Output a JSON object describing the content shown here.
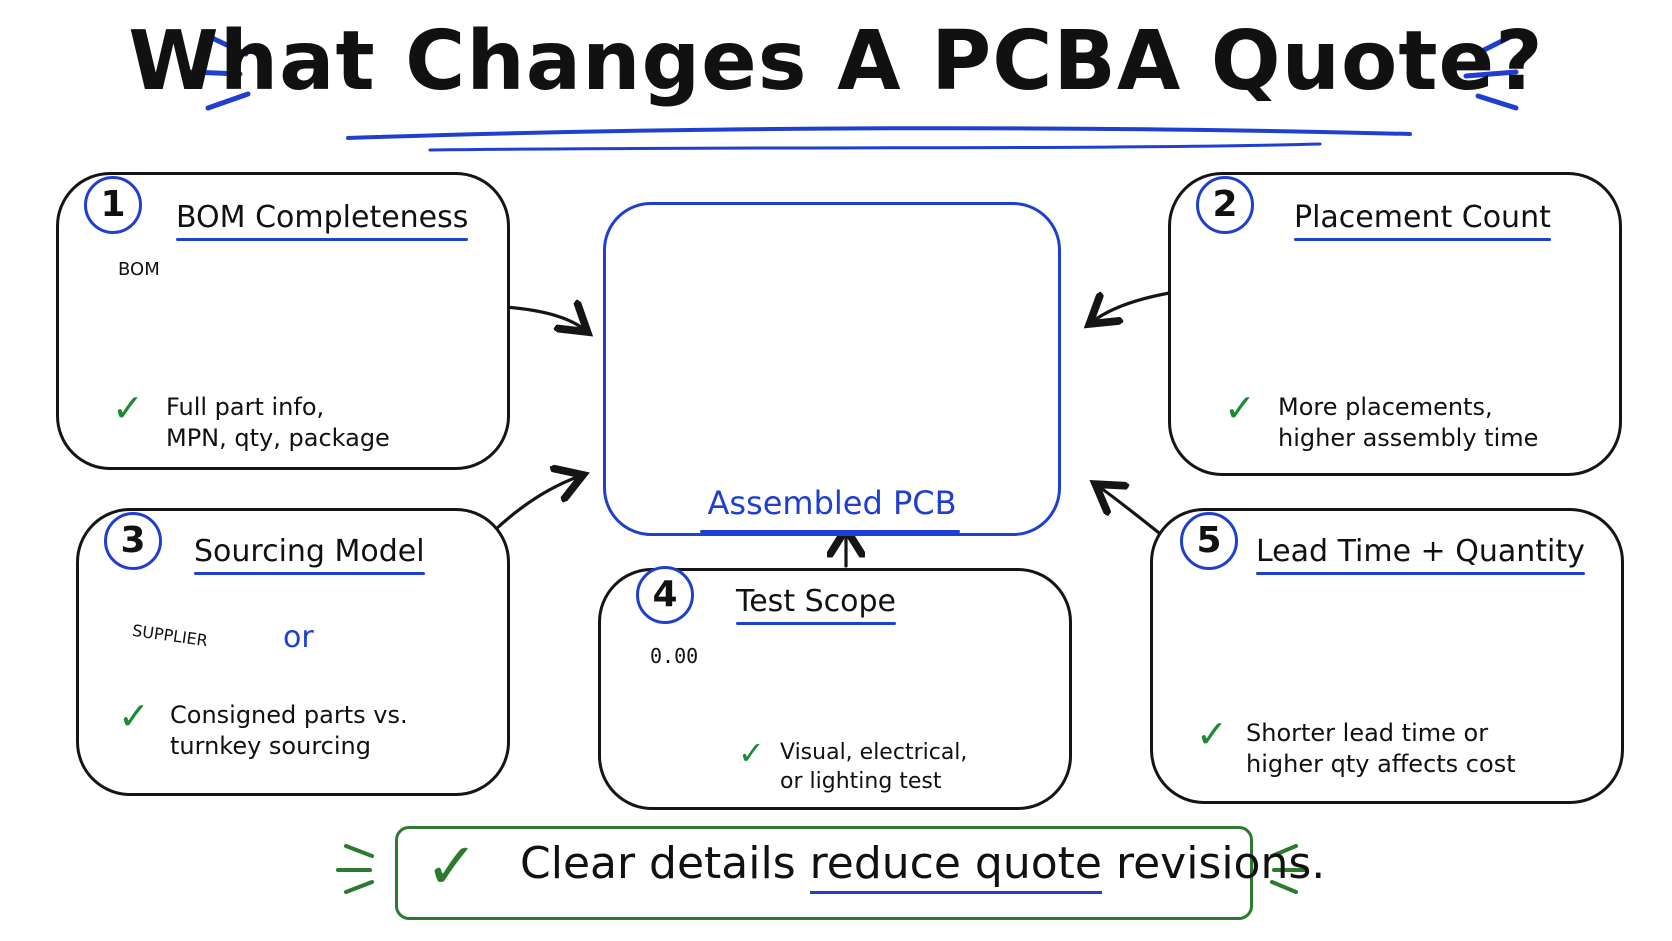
{
  "title": "What Changes A PCBA Quote?",
  "accent_blue": "#1f3fd1",
  "accent_green": "#2b7a2e",
  "center": {
    "label": "Assembled PCB"
  },
  "cards": [
    {
      "number": "1",
      "title": "BOM Completeness",
      "desc1": "Full part info,",
      "desc2": "MPN, qty, package",
      "sheet_label": "BOM"
    },
    {
      "number": "2",
      "title": "Placement Count",
      "desc1": "More placements,",
      "desc2": "higher assembly time"
    },
    {
      "number": "3",
      "title": "Sourcing Model",
      "desc1": "Consigned parts vs.",
      "desc2": "turnkey sourcing",
      "box_label": "SUPPLIER",
      "or_label": "or"
    },
    {
      "number": "4",
      "title": "Test Scope",
      "desc1": "Visual, electrical,",
      "desc2": "or lighting test",
      "meter_reading": "0.00"
    },
    {
      "number": "5",
      "title": "Lead Time + Quantity",
      "desc1": "Shorter lead time or",
      "desc2": "higher qty affects cost"
    }
  ],
  "banner": {
    "text_pre": "Clear details ",
    "text_ul": "reduce quote",
    "text_post": " revisions."
  },
  "icons": [
    "check-icon",
    "bom-sheet-icon",
    "tape-reel-icon",
    "pick-place-head-icon",
    "supplier-box-icon",
    "shopping-cart-icon",
    "multimeter-icon",
    "led-board-icon",
    "calendar-icon",
    "pcb-stack-icon",
    "arrow-icon"
  ]
}
